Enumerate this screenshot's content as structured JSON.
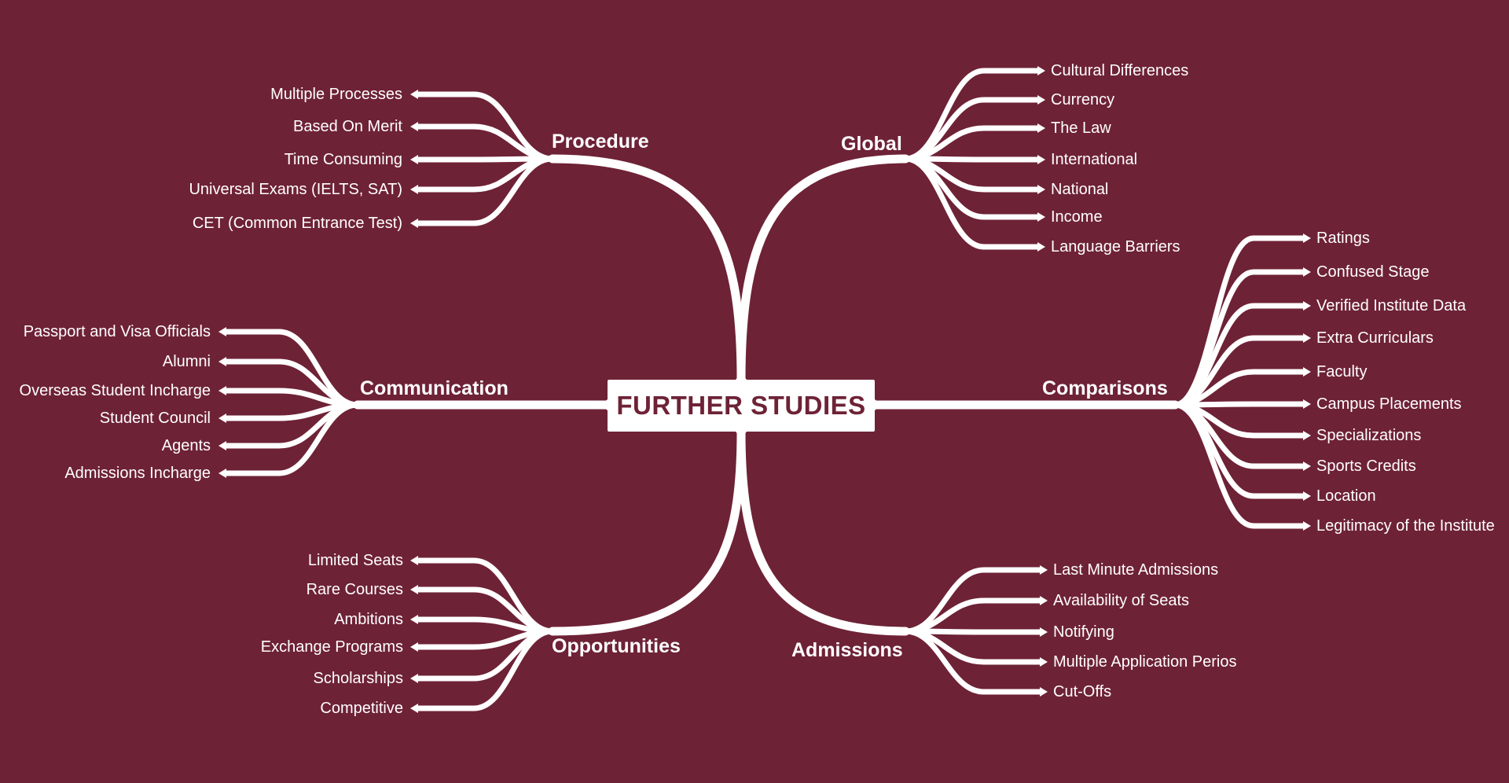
{
  "colors": {
    "background": "#6e2236",
    "line": "#ffffff",
    "center_text": "#6e2236"
  },
  "center": {
    "title": "FURTHER STUDIES"
  },
  "branches": [
    {
      "key": "procedure",
      "label": "Procedure",
      "side": "left",
      "leaves": [
        "Multiple Processes",
        "Based On Merit",
        "Time Consuming",
        "Universal Exams (IELTS, SAT)",
        "CET (Common Entrance Test)"
      ]
    },
    {
      "key": "global",
      "label": "Global",
      "side": "right",
      "leaves": [
        "Cultural Differences",
        "Currency",
        "The Law",
        "International",
        "National",
        "Income",
        "Language Barriers"
      ]
    },
    {
      "key": "communication",
      "label": "Communication",
      "side": "left",
      "leaves": [
        "Passport and Visa Officials",
        "Alumni",
        "Overseas Student Incharge",
        "Student Council",
        "Agents",
        "Admissions Incharge"
      ]
    },
    {
      "key": "comparisons",
      "label": "Comparisons",
      "side": "right",
      "leaves": [
        "Ratings",
        "Confused Stage",
        "Verified Institute Data",
        "Extra Curriculars",
        "Faculty",
        "Campus Placements",
        "Specializations",
        "Sports Credits",
        "Location",
        "Legitimacy of the Institute"
      ]
    },
    {
      "key": "opportunities",
      "label": "Opportunities",
      "side": "left",
      "leaves": [
        "Limited Seats",
        "Rare Courses",
        "Ambitions",
        "Exchange Programs",
        "Scholarships",
        "Competitive"
      ]
    },
    {
      "key": "admissions",
      "label": "Admissions",
      "side": "right",
      "leaves": [
        "Last Minute Admissions",
        "Availability of Seats",
        "Notifying",
        "Multiple Application Perios",
        "Cut-Offs"
      ]
    }
  ]
}
